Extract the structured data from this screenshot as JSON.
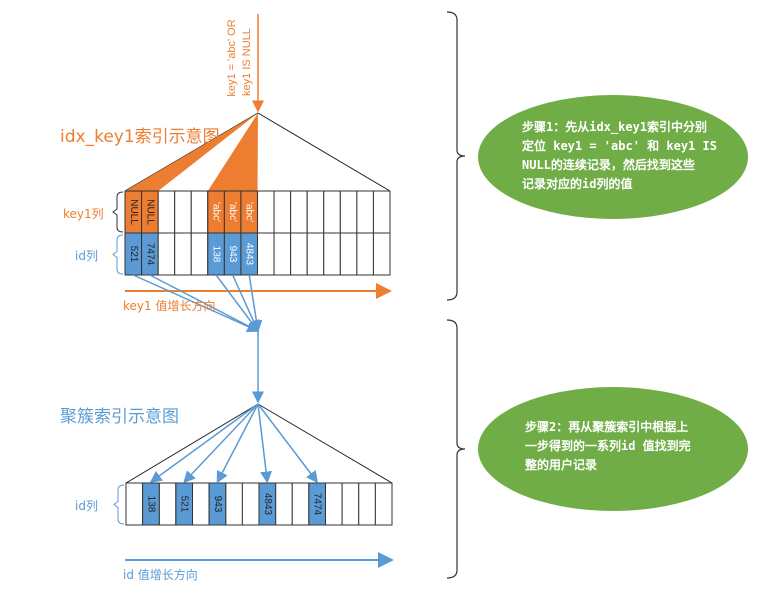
{
  "colors": {
    "orange": "#ED7D31",
    "blue": "#5B9BD5",
    "green": "#70AD47",
    "black": "#222222"
  },
  "query_condition": {
    "line1": "key1 = 'abc'  OR",
    "line2": "key1 IS NULL"
  },
  "secondary_index": {
    "title": "idx_key1索引示意图",
    "key_row_label": "key1列",
    "id_row_label": "id列",
    "column_count": 16,
    "key_cells": [
      {
        "col": 0,
        "value": "NULL"
      },
      {
        "col": 1,
        "value": "NULL"
      },
      {
        "col": 5,
        "value": "'abc'"
      },
      {
        "col": 6,
        "value": "'abc'"
      },
      {
        "col": 7,
        "value": "'abc'"
      }
    ],
    "id_cells": [
      {
        "col": 0,
        "value": "521"
      },
      {
        "col": 1,
        "value": "7474"
      },
      {
        "col": 5,
        "value": "138"
      },
      {
        "col": 6,
        "value": "943"
      },
      {
        "col": 7,
        "value": "4843"
      }
    ],
    "axis_label": "key1 值增长方向"
  },
  "clustered_index": {
    "title": "聚簇索引示意图",
    "id_row_label": "id列",
    "column_count": 16,
    "id_cells": [
      {
        "col": 1,
        "value": "138"
      },
      {
        "col": 3,
        "value": "521"
      },
      {
        "col": 5,
        "value": "943"
      },
      {
        "col": 8,
        "value": "4843"
      },
      {
        "col": 11,
        "value": "7474"
      }
    ],
    "axis_label": "id 值增长方向"
  },
  "steps": [
    {
      "lines": [
        "步骤1：先从idx_key1索引中分别",
        "定位 key1 = 'abc' 和 key1 IS",
        "NULL的连续记录，然后找到这些",
        "记录对应的id列的值"
      ]
    },
    {
      "lines": [
        "步骤2：再从聚簇索引中根据上",
        "一步得到的一系列id 值找到完",
        "整的用户记录"
      ]
    }
  ]
}
